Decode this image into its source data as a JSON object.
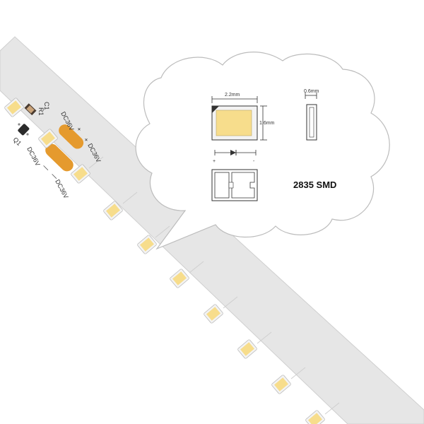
{
  "colors": {
    "background": "#ffffff",
    "strip": "#e6e6e6",
    "strip_edge": "#cfcfcf",
    "led_frame": "#f3f3f3",
    "led_phosphor": "#f7dd8c",
    "solder_pad": "#e59a2e",
    "bubble_fill": "#ffffff",
    "bubble_stroke": "#bcbcbc",
    "ink": "#333333"
  },
  "icons": [
    "led-chip-icon",
    "resistor-icon",
    "transistor-icon",
    "diode-symbol-icon"
  ],
  "strip": {
    "components": {
      "r1": "R1",
      "c1": "C1",
      "q1": "Q1"
    },
    "labels": {
      "positive_upper": "DC36V",
      "positive_sign_upper": "+",
      "positive_lower": "DC36V",
      "positive_sign_lower": "+",
      "negative_upper": "DC36V",
      "negative_sign_upper": "—",
      "negative_lower": "DC36V",
      "negative_sign_lower": "—"
    }
  },
  "callout": {
    "title": "2835 SMD",
    "width_label": "2.2mm",
    "height_label": "1.6mm",
    "thickness_label": "0.6mm",
    "polarity_plus": "+",
    "polarity_minus": "-"
  }
}
